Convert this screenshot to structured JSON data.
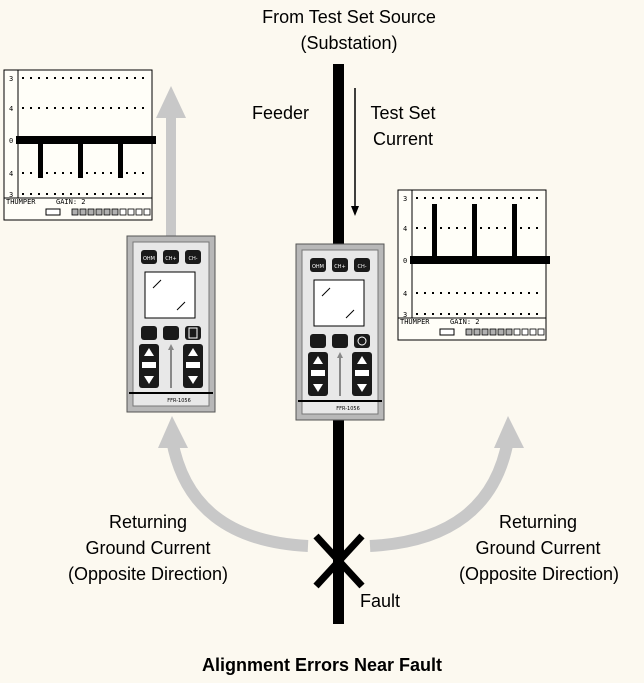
{
  "diagram": {
    "title": "Alignment Errors Near Fault",
    "source_label_line1": "From Test Set Source",
    "source_label_line2": "(Substation)",
    "feeder_label": "Feeder",
    "test_current_line1": "Test Set",
    "test_current_line2": "Current",
    "fault_label": "Fault",
    "left_return_line1": "Returning",
    "left_return_line2": "Ground Current",
    "left_return_line3": "(Opposite Direction)",
    "right_return_line1": "Returning",
    "right_return_line2": "Ground Current",
    "right_return_line3": "(Opposite Direction)"
  },
  "displays": [
    {
      "name": "left-display",
      "pulse_direction": "down",
      "pulse_count": 3,
      "y_tick_labels": [
        "3",
        "4",
        "0",
        "4",
        "3"
      ],
      "mode_label": "THUMPER",
      "gain_label": "GAIN: 2",
      "gain_segments_filled": 6,
      "gain_segments_total": 10
    },
    {
      "name": "right-display",
      "pulse_direction": "up",
      "pulse_count": 3,
      "y_tick_labels": [
        "3",
        "4",
        "0",
        "4",
        "3"
      ],
      "mode_label": "THUMPER",
      "gain_label": "GAIN: 2",
      "gain_segments_filled": 6,
      "gain_segments_total": 10
    }
  ],
  "receivers": [
    {
      "name": "left-receiver",
      "button_labels": [
        "OHM",
        "CH+",
        "CH-"
      ],
      "model": "FFR-1056"
    },
    {
      "name": "center-receiver",
      "button_labels": [
        "OHM",
        "CH+",
        "CH-"
      ],
      "model": "FFR-1056"
    }
  ],
  "colors": {
    "background": "#fcf9f0",
    "arrow_gray": "#c8c8c8",
    "ink": "#000000",
    "device_body": "#b8b8b8",
    "device_face": "#e8e8e8"
  }
}
